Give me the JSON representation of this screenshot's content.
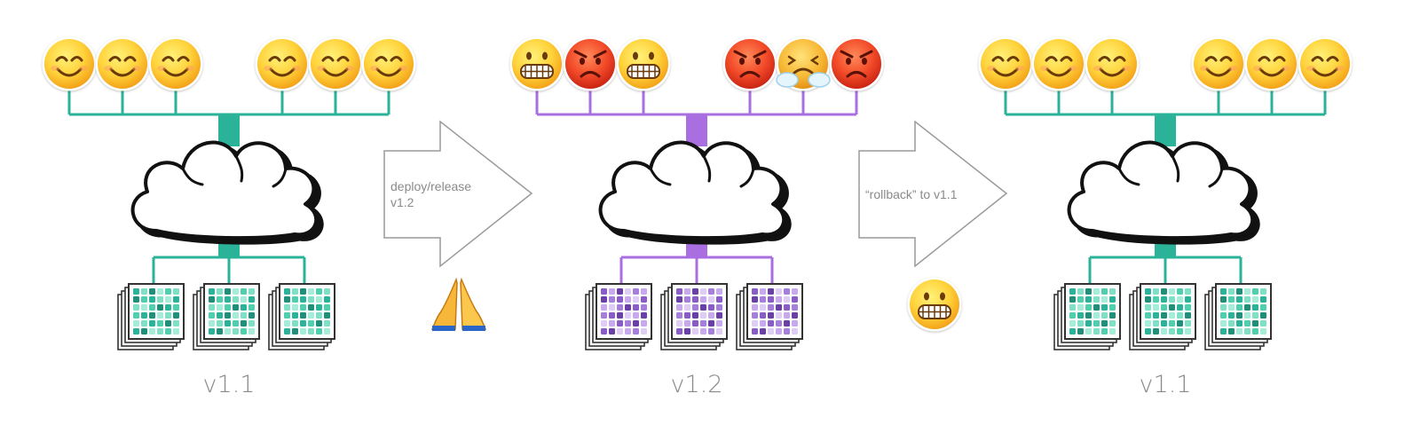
{
  "stages": [
    {
      "version_label": "v1.1",
      "color": "#2bb39a",
      "users": [
        "smile",
        "smile",
        "smile",
        "smile",
        "smile",
        "smile"
      ],
      "server_palette": [
        "#2bb39a",
        "#7fe0c6",
        "#1f8f7a",
        "#a5ecd9",
        "#4fcfae"
      ]
    },
    {
      "version_label": "v1.2",
      "color": "#a96ee0",
      "users": [
        "grimace",
        "angry",
        "grimace",
        "angry",
        "fuming",
        "angry"
      ],
      "server_palette": [
        "#8a5cc7",
        "#c9a9ee",
        "#6a3fa8",
        "#e0cdf6",
        "#a57fdb"
      ]
    },
    {
      "version_label": "v1.1",
      "color": "#2bb39a",
      "users": [
        "smile",
        "smile",
        "smile",
        "smile",
        "smile",
        "smile"
      ],
      "server_palette": [
        "#2bb39a",
        "#7fe0c6",
        "#1f8f7a",
        "#a5ecd9",
        "#4fcfae"
      ]
    }
  ],
  "transitions": [
    {
      "lines": [
        "deploy/release",
        "v1.2"
      ],
      "emoji": "praying-hands-icon"
    },
    {
      "lines": [
        "“rollback” to v1.1"
      ],
      "emoji": "grimace-face-icon"
    }
  ]
}
